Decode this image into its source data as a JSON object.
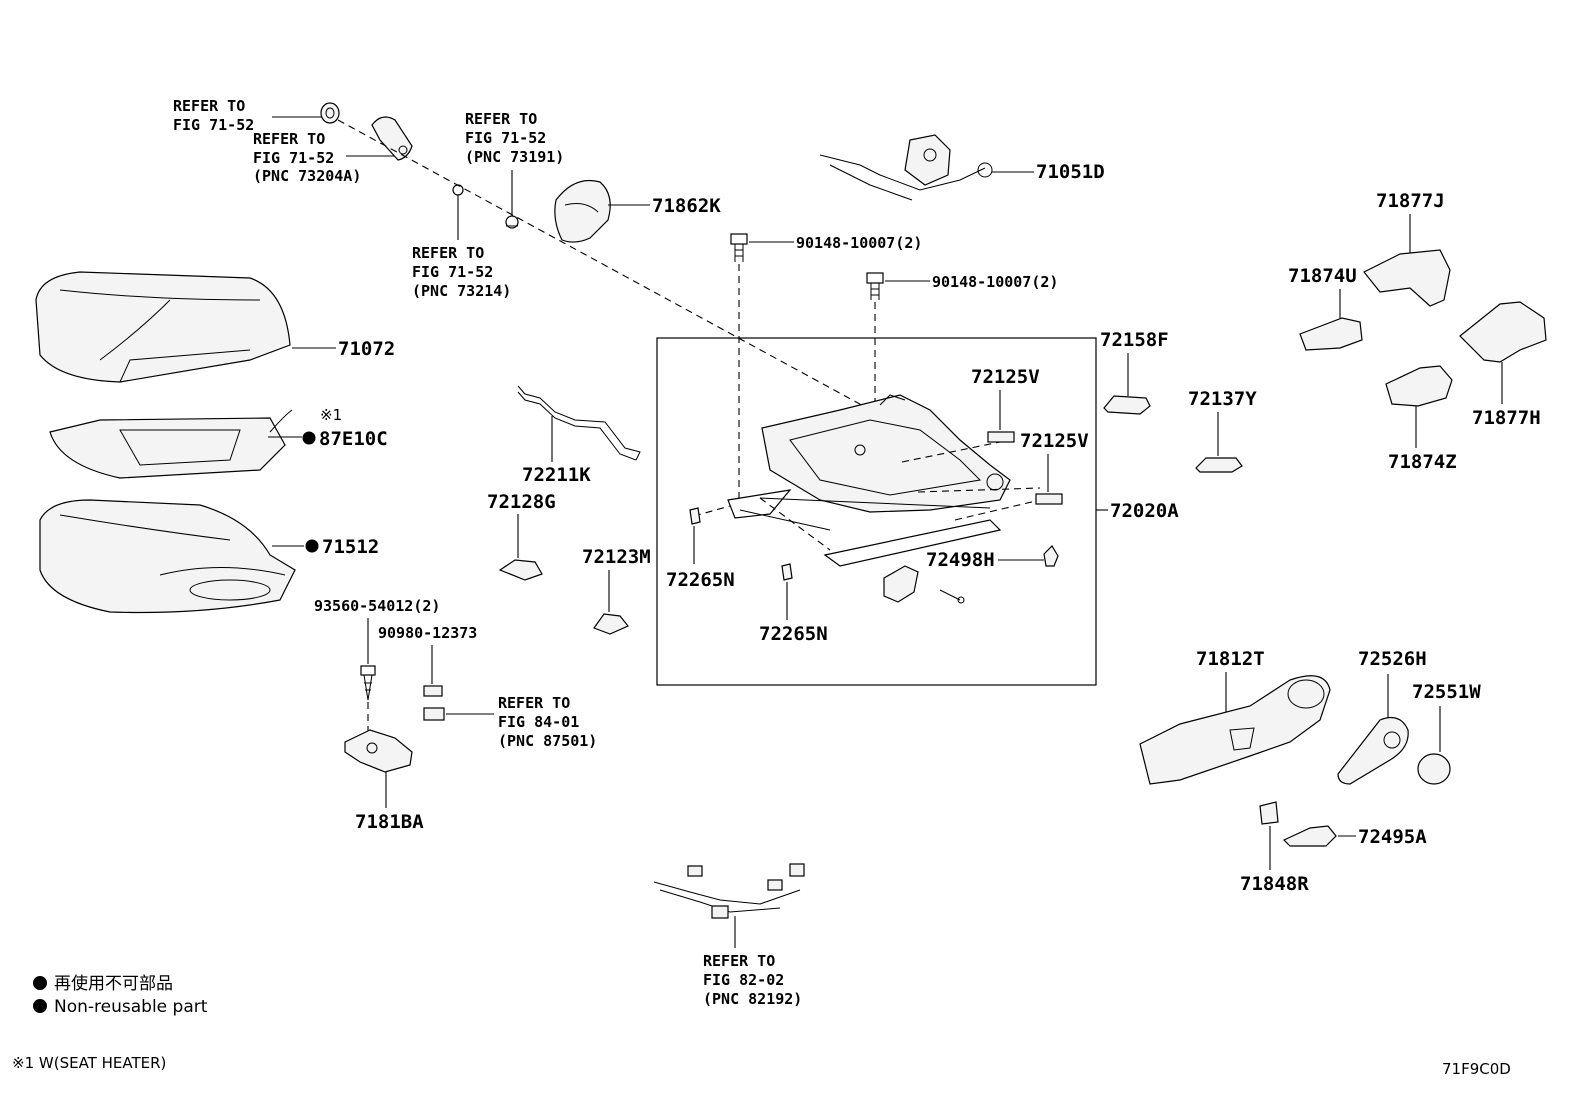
{
  "diagram": {
    "refs": {
      "fig7152_a": [
        "REFER TO",
        "FIG 71-52"
      ],
      "fig7152_b": [
        "REFER TO",
        "FIG 71-52",
        "(PNC 73204A)"
      ],
      "fig7152_c": [
        "REFER TO",
        "FIG 71-52",
        "(PNC 73191)"
      ],
      "fig7152_d": [
        "REFER TO",
        "FIG 71-52",
        "(PNC 73214)"
      ],
      "fig8401": [
        "REFER TO",
        "FIG 84-01",
        "(PNC 87501)"
      ],
      "fig8202": [
        "REFER TO",
        "FIG 82-02",
        "(PNC 82192)"
      ]
    },
    "parts": {
      "p71051D": "71051D",
      "p71862K": "71862K",
      "p90148_a": "90148-10007(2)",
      "p90148_b": "90148-10007(2)",
      "p71877J": "71877J",
      "p71874U": "71874U",
      "p71877H": "71877H",
      "p71874Z": "71874Z",
      "p71072": "71072",
      "p87E10C": "87E10C",
      "p71512": "71512",
      "p72211K": "72211K",
      "p72128G": "72128G",
      "p72123M": "72123M",
      "p72158F": "72158F",
      "p72125V_a": "72125V",
      "p72125V_b": "72125V",
      "p72137Y": "72137Y",
      "p72020A": "72020A",
      "p72265N_a": "72265N",
      "p72265N_b": "72265N",
      "p72498H": "72498H",
      "p93560": "93560-54012(2)",
      "p90980": "90980-12373",
      "p7181BA": "7181BA",
      "p71812T": "71812T",
      "p72526H": "72526H",
      "p72551W": "72551W",
      "p72495A": "72495A",
      "p71848R": "71848R"
    },
    "footnote_mark": "※1",
    "legend": {
      "jp": "再使用不可部品",
      "en": "Non-reusable part"
    },
    "footnote": "※1 W(SEAT HEATER)",
    "figure_code": "71F9C0D"
  }
}
